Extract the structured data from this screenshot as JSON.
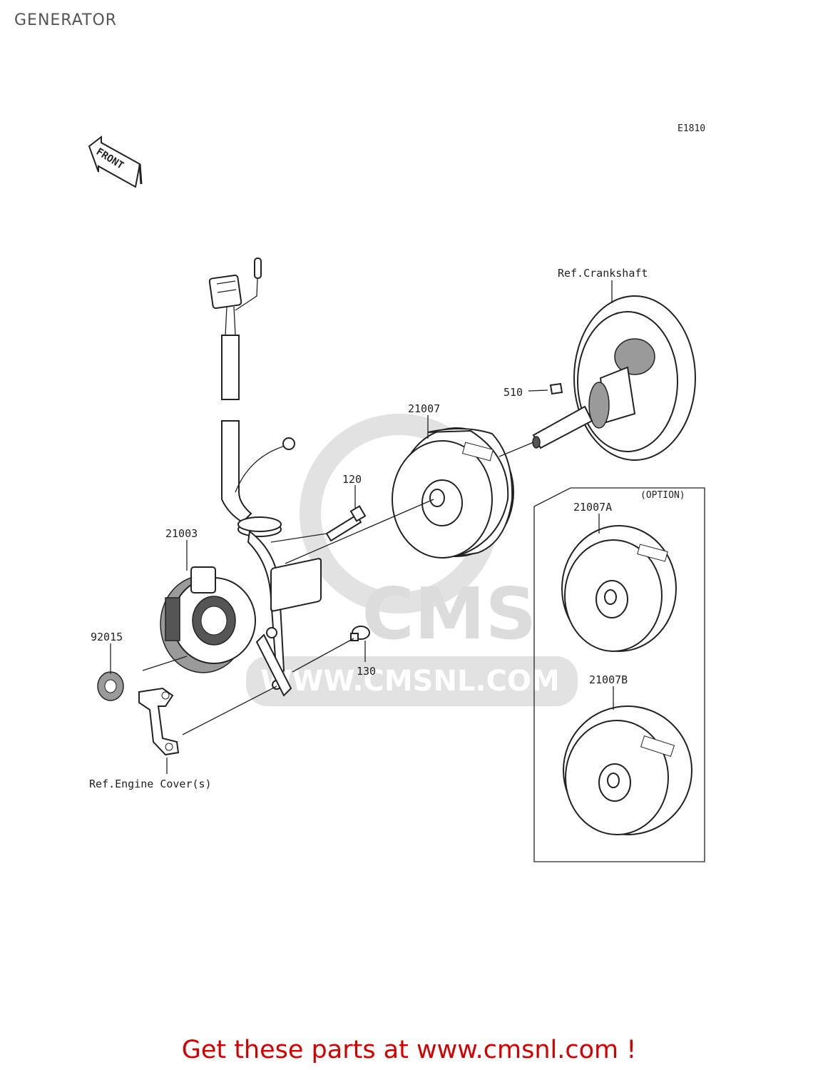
{
  "page": {
    "title": "GENERATOR"
  },
  "diagram": {
    "code": "E1810",
    "front_label": "FRONT",
    "option_label": "(OPTION)",
    "watermark": {
      "logo": "CMS",
      "url": "WWW.CMSNL.COM"
    },
    "callouts": [
      {
        "id": "crankshaft",
        "label": "Ref.Crankshaft"
      },
      {
        "id": "510",
        "label": "510"
      },
      {
        "id": "21007",
        "label": "21007"
      },
      {
        "id": "120",
        "label": "120"
      },
      {
        "id": "21003",
        "label": "21003"
      },
      {
        "id": "92015",
        "label": "92015"
      },
      {
        "id": "130",
        "label": "130"
      },
      {
        "id": "engine-cover",
        "label": "Ref.Engine Cover(s)"
      },
      {
        "id": "21007A",
        "label": "21007A"
      },
      {
        "id": "21007B",
        "label": "21007B"
      }
    ]
  },
  "footer": {
    "link_text": "Get these parts at www.cmsnl.com !"
  }
}
